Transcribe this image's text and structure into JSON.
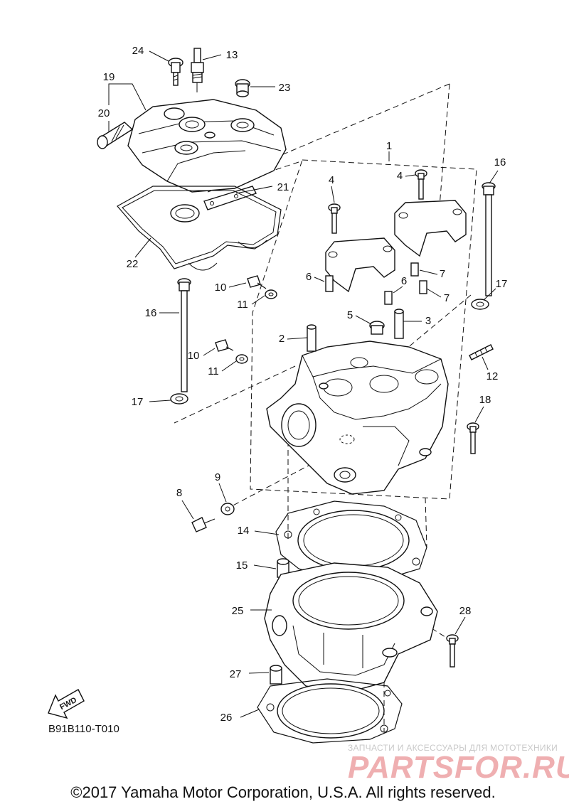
{
  "callouts": [
    "1",
    "2",
    "3",
    "4",
    "4",
    "5",
    "6",
    "6",
    "7",
    "7",
    "8",
    "9",
    "10",
    "10",
    "11",
    "11",
    "12",
    "13",
    "14",
    "15",
    "16",
    "16",
    "17",
    "17",
    "18",
    "19",
    "20",
    "21",
    "22",
    "23",
    "24",
    "25",
    "26",
    "27",
    "28"
  ],
  "fwd_label": "FWD",
  "diagram_code": "B91B110-T010",
  "watermark": {
    "tagline": "ЗАПЧАСТИ И АКСЕССУАРЫ ДЛЯ МОТОТЕХНИКИ",
    "brand": "PARTSFOR.RU"
  },
  "copyright": "©2017 Yamaha Motor Corporation, U.S.A. All rights reserved."
}
